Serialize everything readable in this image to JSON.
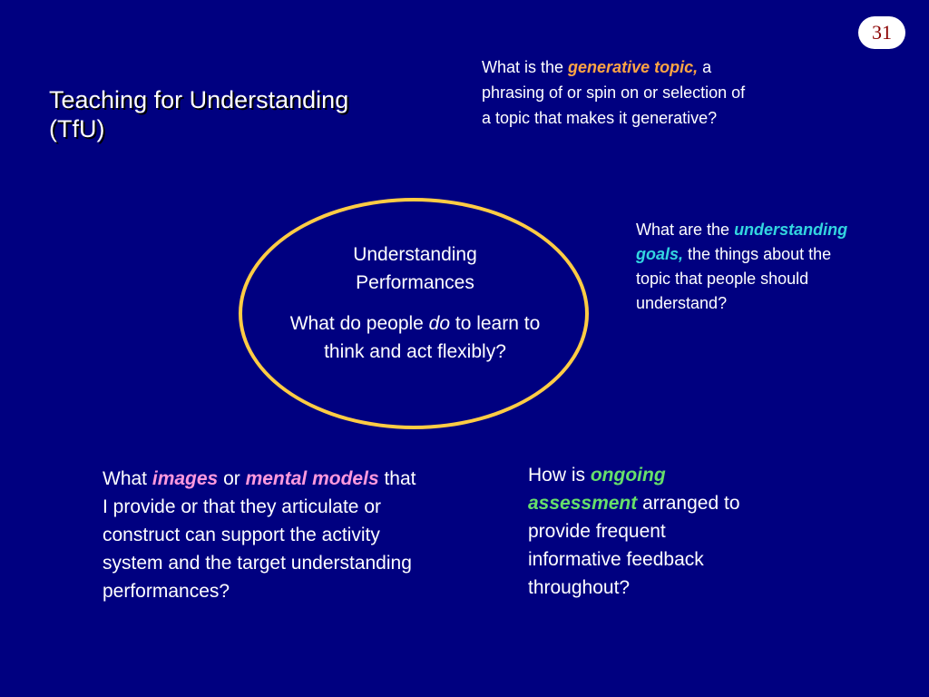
{
  "slide_number": "31",
  "title": {
    "line1": "Teaching for Understanding",
    "line2": "(TfU)"
  },
  "generative_block": {
    "before": "What is the ",
    "emphasis": "generative topic,",
    "after": " a phrasing of or spin on or selection of a topic that makes it generative?"
  },
  "goals_block": {
    "before": "What are the ",
    "emphasis": "understanding goals,",
    "after": " the things about the topic that people should understand?"
  },
  "center": {
    "heading_line1": "Understanding",
    "heading_line2": "Performances",
    "question_before": "What do people ",
    "question_emphasis": "do",
    "question_after": " to learn to think and act flexibly?"
  },
  "images_block": {
    "before": "What ",
    "emphasis1": "images",
    "middle": " or ",
    "emphasis2": "mental models",
    "after": " that I provide or that they articulate or construct can support the activity system and the target understanding performances?"
  },
  "assessment_block": {
    "before": "How is ",
    "emphasis": "ongoing assessment",
    "after": " arranged to provide frequent informative feedback throughout?"
  },
  "colors": {
    "background": "#000080",
    "ellipse_outline": "#ffcc44",
    "generative": "#ffa544",
    "goals": "#33d5e0",
    "images": "#ff99dd",
    "assessment": "#66e06a"
  }
}
